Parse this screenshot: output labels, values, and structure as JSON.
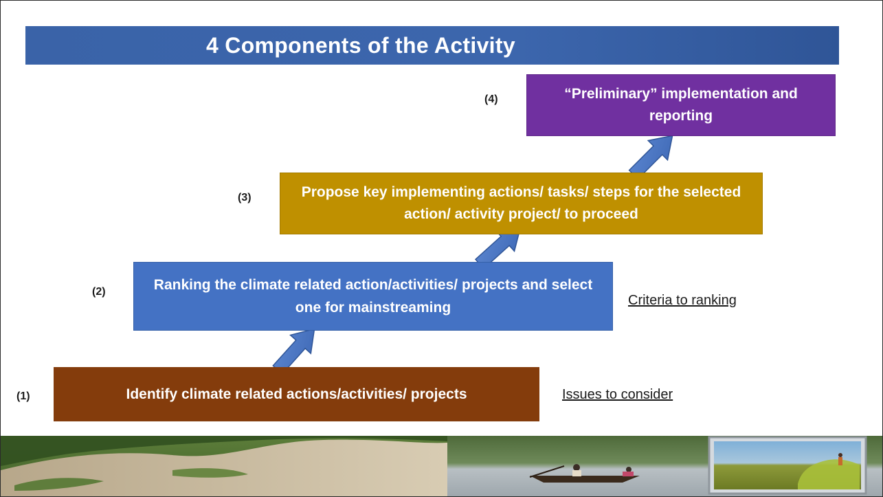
{
  "slide": {
    "title": "4 Components of the Activity"
  },
  "steps": [
    {
      "number": "(1)",
      "text": "Identify climate related actions/activities/ projects",
      "color": "#843c0c"
    },
    {
      "number": "(2)",
      "text": "Ranking the climate related action/activities/ projects and select one for mainstreaming",
      "color": "#4472c4"
    },
    {
      "number": "(3)",
      "text": "Propose key implementing actions/ tasks/ steps for the selected action/ activity project/ to proceed",
      "color": "#bf9000"
    },
    {
      "number": "(4)",
      "text": "“Preliminary” implementation and reporting",
      "color": "#7030a0"
    }
  ],
  "side_links": {
    "issues": "Issues to consider",
    "criteria": "Criteria to ranking"
  },
  "colors": {
    "title_bar": "#3a63a8",
    "arrow": "#4472c4"
  },
  "icons": {
    "arrow": "diagonal-up-right-arrow"
  }
}
